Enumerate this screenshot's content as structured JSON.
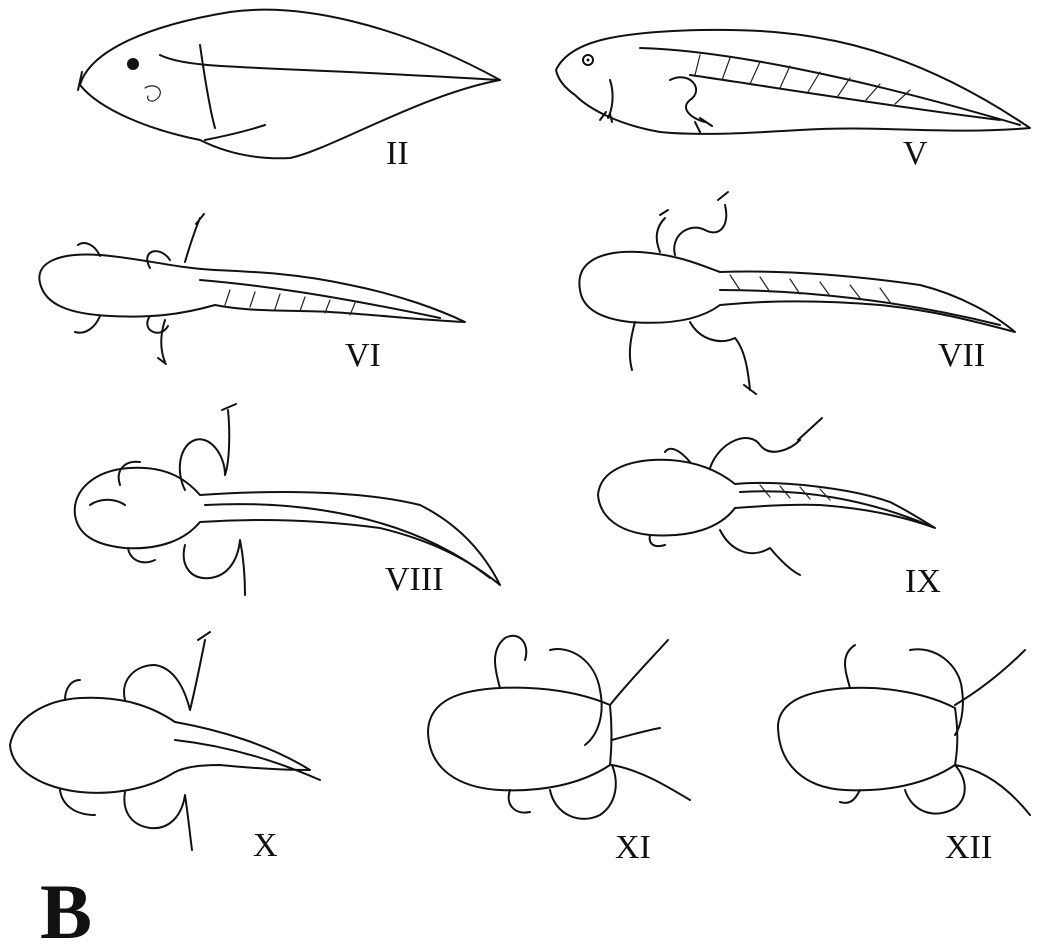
{
  "panel_label": "B",
  "stages": [
    {
      "label": "II"
    },
    {
      "label": "V"
    },
    {
      "label": "VI"
    },
    {
      "label": "VII"
    },
    {
      "label": "VIII"
    },
    {
      "label": "IX"
    },
    {
      "label": "X"
    },
    {
      "label": "XI"
    },
    {
      "label": "XII"
    }
  ]
}
